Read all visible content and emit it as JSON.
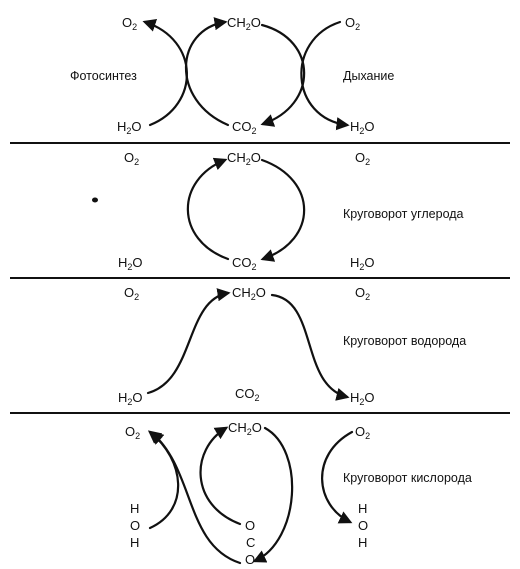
{
  "labels": {
    "photosynthesis": "Фотосинтез",
    "respiration": "Дыхание",
    "carbon_cycle": "Круговорот углерода",
    "hydrogen_cycle": "Круговорот водорода",
    "oxygen_cycle": "Круговорот кислорода"
  },
  "formula": {
    "O": "O",
    "two": "2",
    "CH2O_a": "CH",
    "CH2O_b": "2",
    "CH2O_c": "O",
    "CO": "CO",
    "H2O_a": "H",
    "H2O_b": "2",
    "H2O_c": "O",
    "H": "H",
    "C": "C"
  }
}
